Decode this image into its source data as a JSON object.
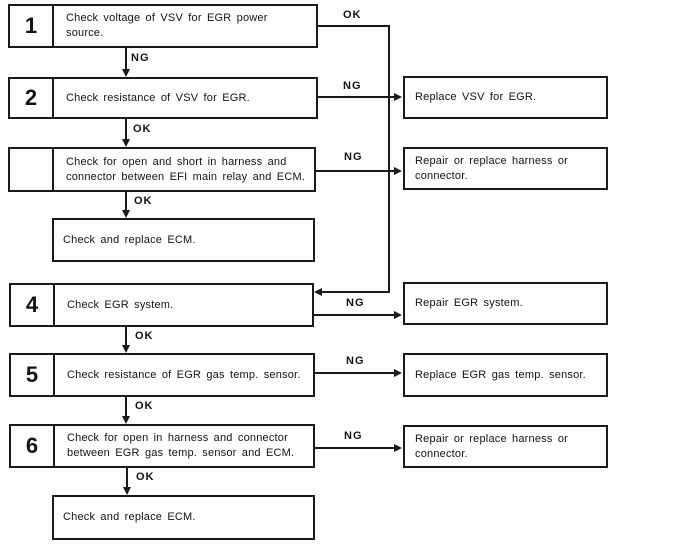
{
  "labels": {
    "ok": "OK",
    "ng": "NG"
  },
  "steps": {
    "s1": {
      "number": "1",
      "text": "Check voltage of VSV for EGR power source."
    },
    "s2": {
      "number": "2",
      "text": "Check resistance of VSV for EGR."
    },
    "s3": {
      "number": "",
      "text": "Check for open and short in harness and\nconnector between EFI main relay and ECM."
    },
    "s3b": {
      "text": "Check and replace ECM."
    },
    "s4": {
      "number": "4",
      "text": "Check EGR system."
    },
    "s5": {
      "number": "5",
      "text": "Check resistance of EGR gas temp. sensor."
    },
    "s6": {
      "number": "6",
      "text": "Check for open in harness and connector\nbetween EGR gas temp. sensor and ECM."
    },
    "s6b": {
      "text": "Check and replace ECM."
    }
  },
  "actions": {
    "a1": {
      "text": "Replace VSV for EGR."
    },
    "a2": {
      "text": "Repair or replace harness or\nconnector."
    },
    "a3": {
      "text": "Repair EGR system."
    },
    "a4": {
      "text": "Replace EGR gas temp. sensor."
    },
    "a5": {
      "text": "Repair or replace harness or\nconnector."
    }
  },
  "flow_edges": [
    {
      "from": "step-1",
      "label": "OK",
      "to": "step-4"
    },
    {
      "from": "step-1",
      "label": "NG",
      "to": "step-2"
    },
    {
      "from": "step-2",
      "label": "NG",
      "to": "Replace VSV for EGR."
    },
    {
      "from": "step-2",
      "label": "OK",
      "to": "step-3"
    },
    {
      "from": "step-3",
      "label": "NG",
      "to": "Repair or replace harness or connector."
    },
    {
      "from": "step-3",
      "label": "OK",
      "to": "Check and replace ECM."
    },
    {
      "from": "step-4",
      "label": "NG",
      "to": "Repair EGR system."
    },
    {
      "from": "step-4",
      "label": "OK",
      "to": "step-5"
    },
    {
      "from": "step-5",
      "label": "NG",
      "to": "Replace EGR gas temp. sensor."
    },
    {
      "from": "step-5",
      "label": "OK",
      "to": "step-6"
    },
    {
      "from": "step-6",
      "label": "NG",
      "to": "Repair or replace harness or connector."
    },
    {
      "from": "step-6",
      "label": "OK",
      "to": "Check and replace ECM."
    }
  ]
}
